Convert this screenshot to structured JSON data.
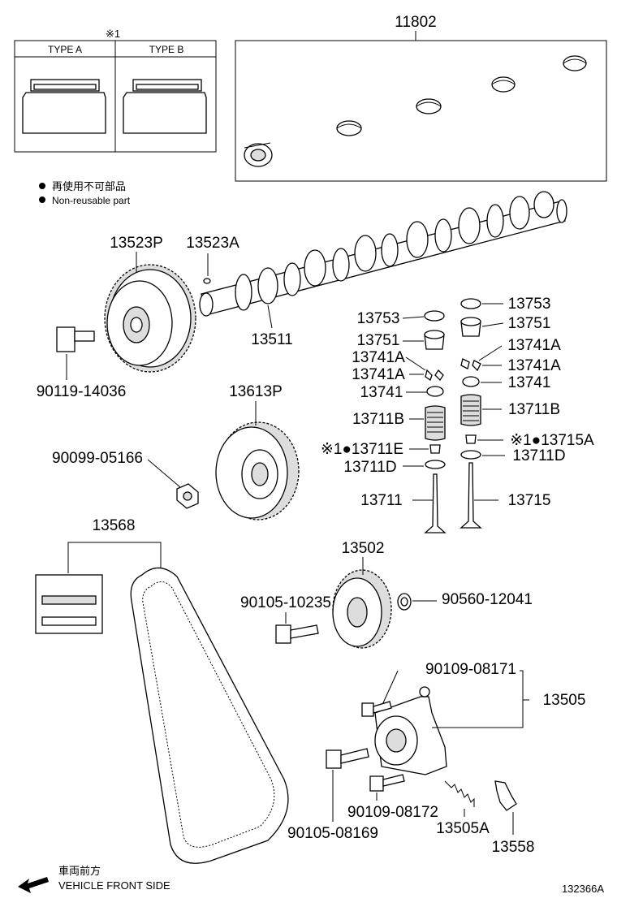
{
  "type_table": {
    "note_mark": "※1",
    "type_a": "TYPE A",
    "type_b": "TYPE B"
  },
  "legend": {
    "jp": "再使用不可部品",
    "en": "Non-reusable part",
    "bullet": "●"
  },
  "footer": {
    "direction_jp": "車両前方",
    "direction_en": "VEHICLE FRONT SIDE",
    "diagram_id": "132366A"
  },
  "labels": {
    "p11802": "11802",
    "p13523P": "13523P",
    "p13523A": "13523A",
    "p13511": "13511",
    "p90119": "90119-14036",
    "p13613P": "13613P",
    "p90099": "90099-05166",
    "p13568": "13568",
    "p13502": "13502",
    "p90105a": "90105-10235",
    "p90560": "90560-12041",
    "p90109a": "90109-08171",
    "p13505": "13505",
    "p90109b": "90109-08172",
    "p13505A": "13505A",
    "p90105b": "90105-08169",
    "p13558": "13558",
    "l13753": "13753",
    "l13751": "13751",
    "l13741Aa": "13741A",
    "l13741Ab": "13741A",
    "l13741": "13741",
    "l13711B": "13711B",
    "l13711E": "※1●13711E",
    "l13711D": "13711D",
    "l13711": "13711",
    "r13753": "13753",
    "r13751": "13751",
    "r13741Aa": "13741A",
    "r13741Ab": "13741A",
    "r13741": "13741",
    "r13711B": "13711B",
    "r13715A": "※1●13715A",
    "r13711D": "13711D",
    "r13715": "13715"
  }
}
